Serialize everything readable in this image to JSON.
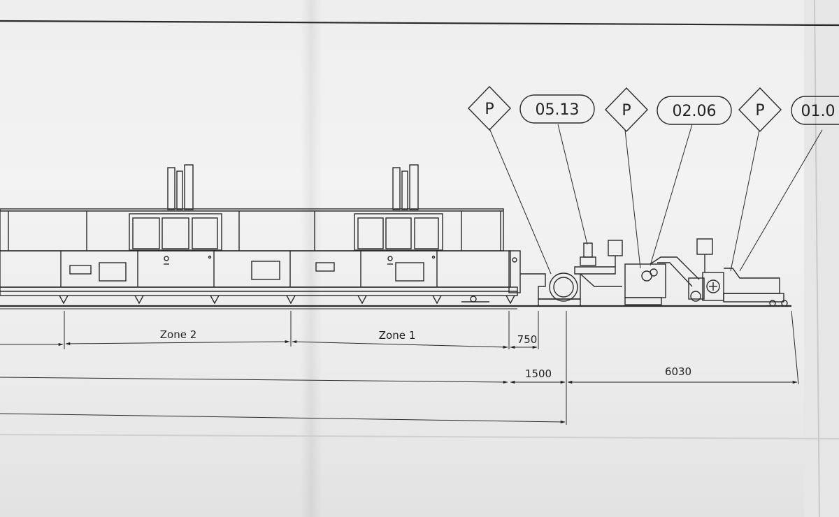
{
  "tags": {
    "p1": "P",
    "code1": "05.13",
    "p2": "P",
    "code2": "02.06",
    "p3": "P",
    "code3": "01.0"
  },
  "zones": {
    "zone2": "Zone 2",
    "zone1": "Zone 1"
  },
  "dimensions": {
    "d750": "750",
    "d1500": "1500",
    "d6030": "6030"
  }
}
